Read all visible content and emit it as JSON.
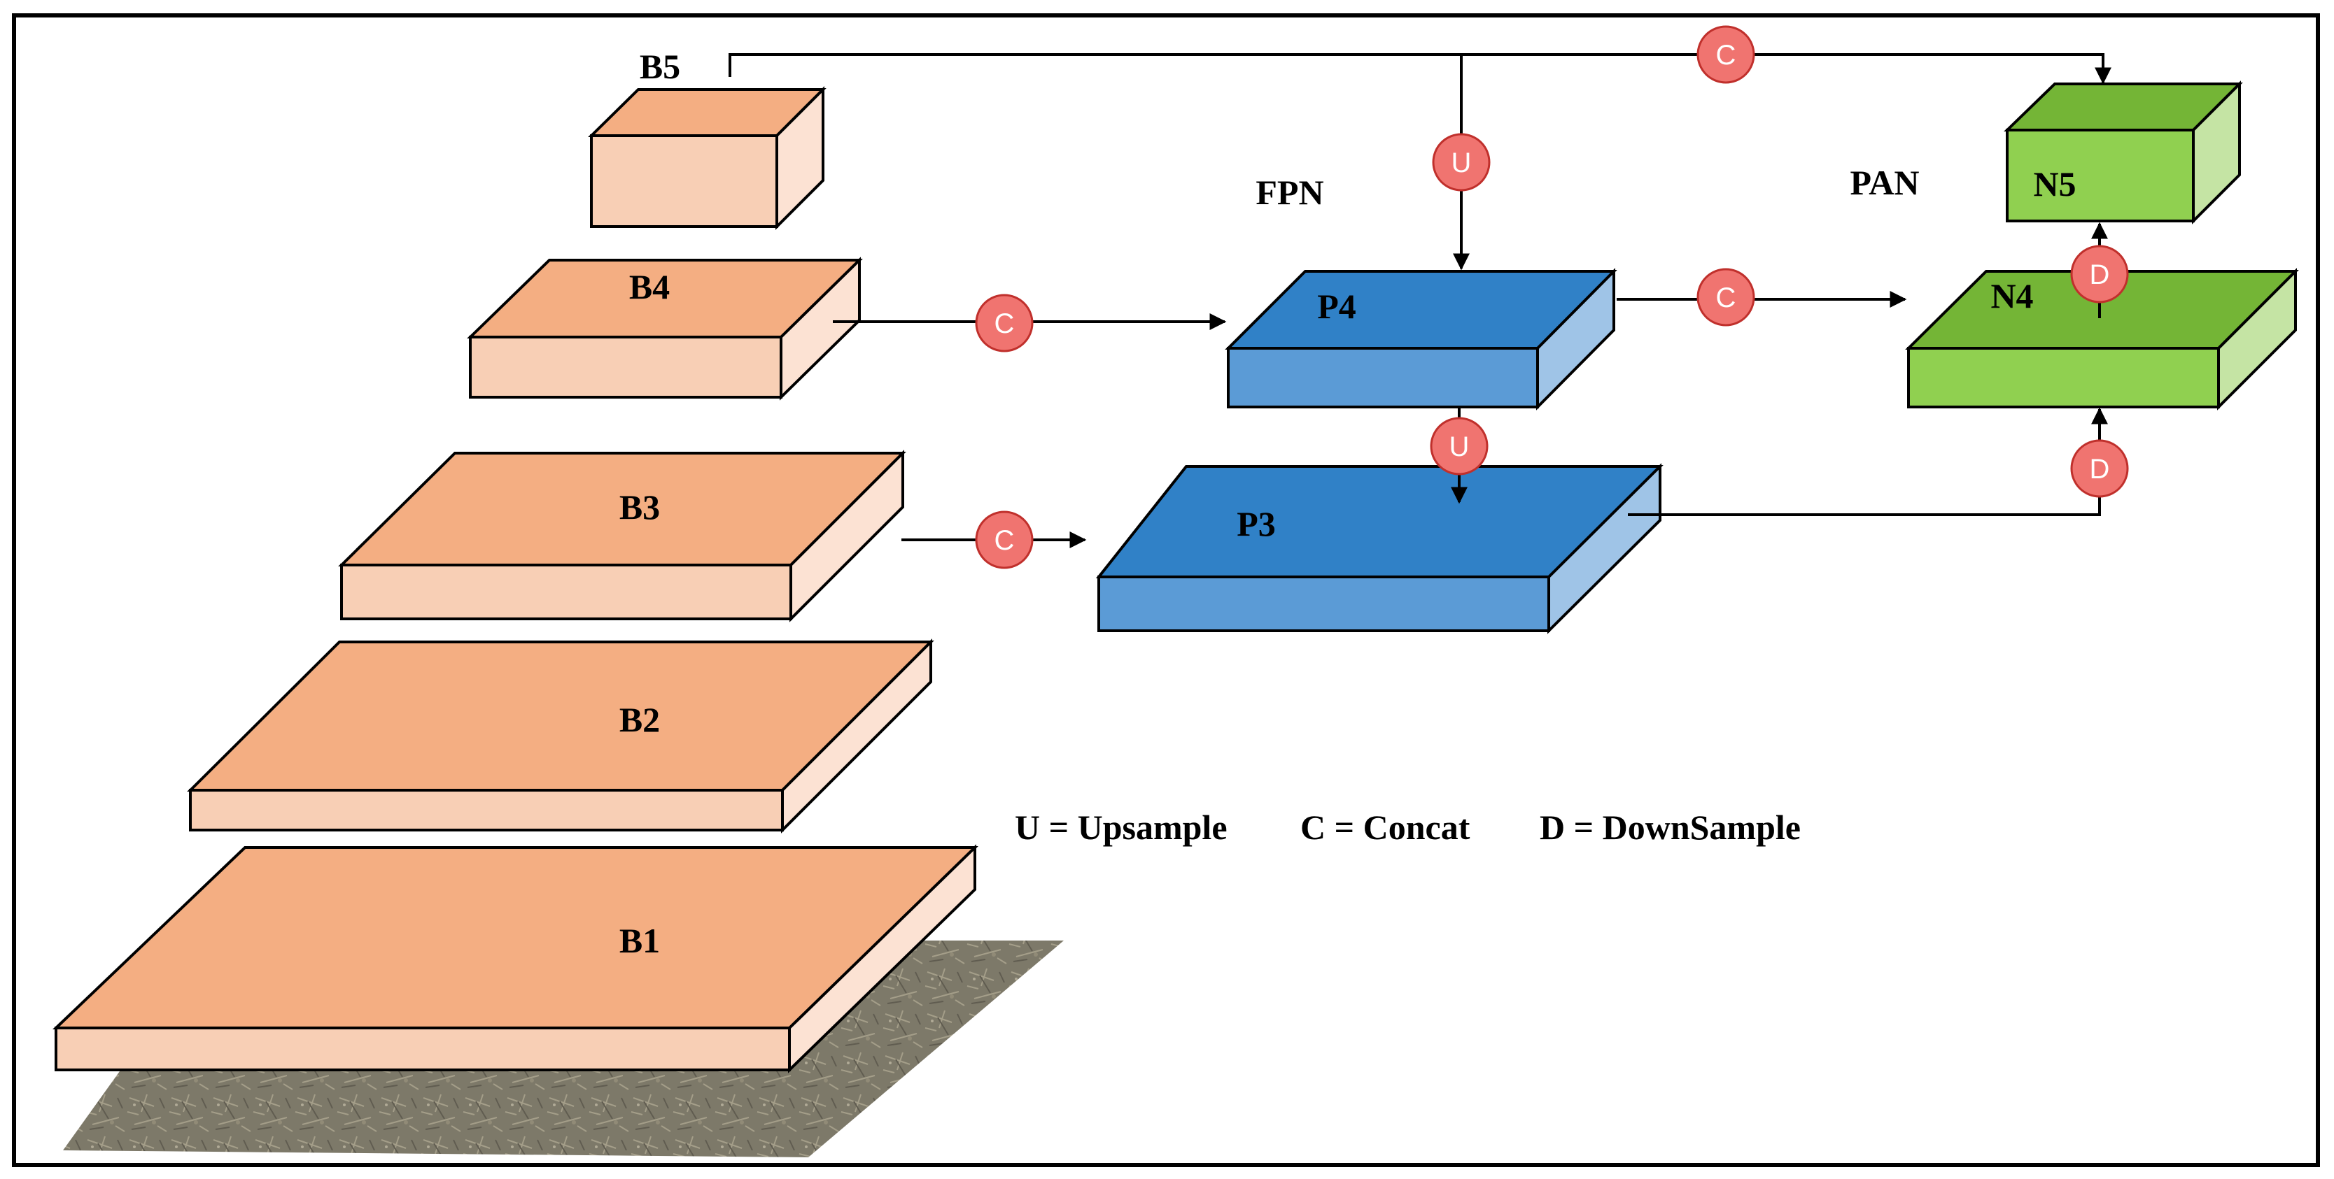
{
  "boxes": [
    {
      "id": "B5",
      "label": "B5",
      "color": "orange"
    },
    {
      "id": "B4",
      "label": "B4",
      "color": "orange"
    },
    {
      "id": "B3",
      "label": "B3",
      "color": "orange"
    },
    {
      "id": "B2",
      "label": "B2",
      "color": "orange"
    },
    {
      "id": "B1",
      "label": "B1",
      "color": "orange"
    },
    {
      "id": "P4",
      "label": "P4",
      "color": "blue"
    },
    {
      "id": "P3",
      "label": "P3",
      "color": "blue"
    },
    {
      "id": "N5",
      "label": "N5",
      "color": "green"
    },
    {
      "id": "N4",
      "label": "N4",
      "color": "green"
    }
  ],
  "section_labels": {
    "fpn": "FPN",
    "pan": "PAN"
  },
  "ops": {
    "upsample": "U",
    "concat": "C",
    "downsample": "D"
  },
  "legend": {
    "upsample": "U = Upsample",
    "concat": "C = Concat",
    "downsample": "D = DownSample"
  },
  "colors": {
    "orange_top": "#f4ae82",
    "orange_front": "#f8cfb5",
    "orange_side": "#fce2d3",
    "blue_top": "#3081c7",
    "blue_front": "#5b9bd6",
    "blue_side": "#9fc4e7",
    "green_top": "#74b536",
    "green_front": "#90d050",
    "green_side": "#c5e4a4",
    "op_fill": "#f07470"
  }
}
